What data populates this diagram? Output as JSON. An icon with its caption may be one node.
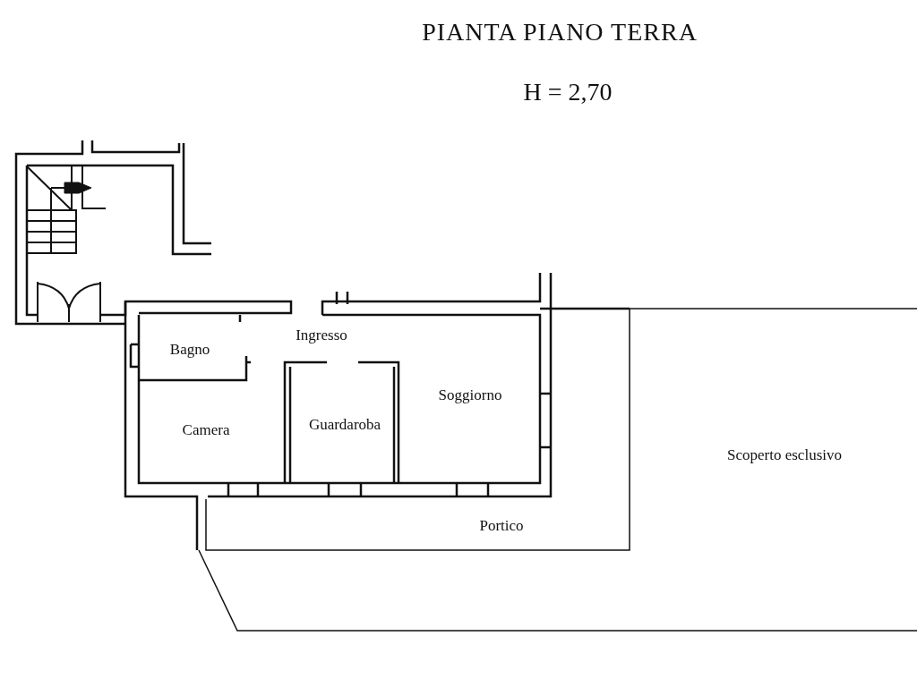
{
  "diagram": {
    "title": "PIANTA PIANO TERRA",
    "labels": [
      "H = 2,70",
      "Ingresso",
      "Bagno",
      "Soggiorno",
      "Camera",
      "Guardaroba",
      "Scoperto esclusivo",
      "Portico"
    ]
  }
}
